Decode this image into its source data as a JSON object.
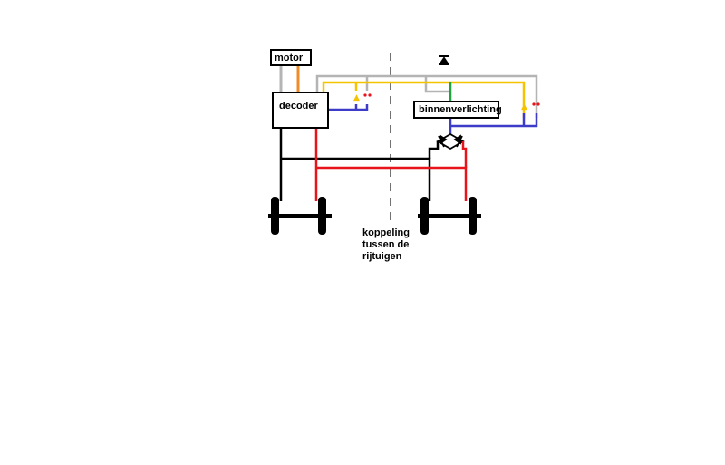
{
  "labels": {
    "motor": "motor",
    "decoder": "decoder",
    "interior_lighting": "binnenverlichting",
    "caption": "koppeling\ntussen de\nrijtuigen"
  },
  "wire_colors": {
    "black": "#000000",
    "red": "#e8141c",
    "grey": "#b4b4b4",
    "orange": "#f08c28",
    "yellow": "#f5c400",
    "blue": "#3c3cc8",
    "green": "#1fa33c",
    "divider": "#444444"
  },
  "icons": [
    "diode-icon",
    "bridge-rectifier-icon",
    "wheelset-icon",
    "led-pair-icon"
  ]
}
